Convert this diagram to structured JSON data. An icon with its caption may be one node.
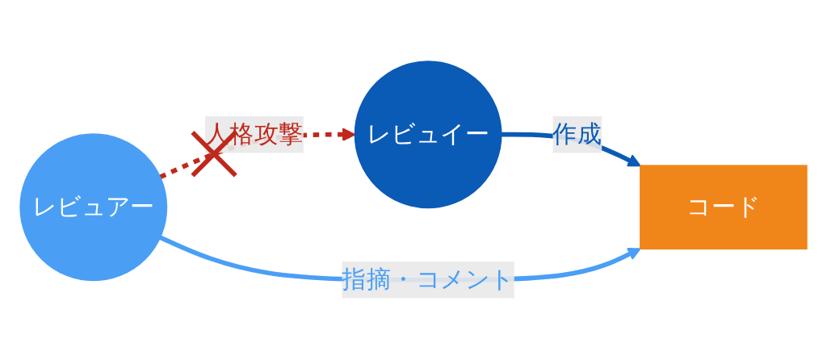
{
  "diagram": {
    "nodes": [
      {
        "text": [
          "レビュイー"
        ]
      },
      {
        "text": [
          "コード"
        ]
      },
      {
        "text": [
          "レビュアー"
        ]
      }
    ],
    "edges": [
      {
        "from": 0,
        "to": 1,
        "arrow": "to",
        "label": "作成",
        "color": "#0a5bb5"
      },
      {
        "from": 2,
        "to": 1,
        "arrow": "to",
        "label": "指摘・コメント",
        "color": "#4a9ff5"
      },
      {
        "from": 2,
        "to": 0,
        "arrow": "to",
        "label": "人格攻撃",
        "style": "dashed",
        "color": "#c0281c"
      }
    ]
  }
}
